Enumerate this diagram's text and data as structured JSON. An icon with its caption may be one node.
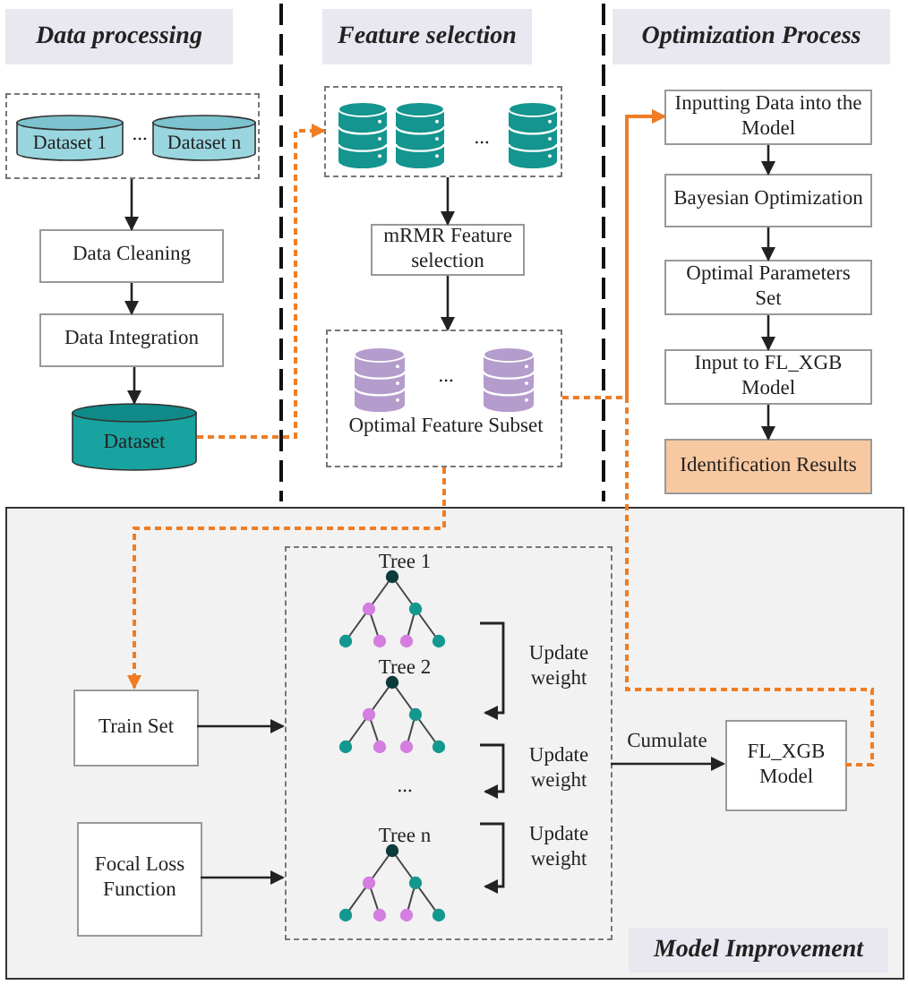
{
  "diagram": {
    "nodes": [
      {
        "text": [
          "..."
        ]
      },
      {
        "text": [
          "Dataset 1"
        ],
        "in": 0
      },
      {
        "text": [
          "Dataset n"
        ],
        "in": 0
      },
      {
        "text": [
          "Data Cleaning"
        ]
      },
      {
        "text": [
          "Data Integration"
        ]
      },
      {
        "text": [
          "Dataset"
        ]
      },
      {
        "text": [
          "..."
        ]
      },
      {
        "text": [
          "mRMR Feature selection"
        ]
      },
      {
        "text": [
          "...",
          "Optimal Feature Subset"
        ]
      },
      {
        "text": [
          "Inputting Data into the Model"
        ]
      },
      {
        "text": [
          "Bayesian Optimization"
        ]
      },
      {
        "text": [
          "Optimal Parameters Set"
        ]
      },
      {
        "text": [
          "Input to FL_XGB Model"
        ]
      },
      {
        "text": [
          "Identification Results"
        ]
      },
      {
        "text": [
          "Model Improvement"
        ]
      },
      {
        "text": [
          "Train Set"
        ],
        "in": 14
      },
      {
        "text": [
          "Focal Loss Function"
        ],
        "in": 14
      },
      {
        "text": [
          "Tree 1",
          "Tree 2",
          "...",
          "Tree n"
        ],
        "in": 14
      },
      {
        "text": [
          "FL_XGB Model"
        ],
        "in": 14
      }
    ],
    "edges": [
      {
        "from": 0,
        "to": 3,
        "arrow": "to"
      },
      {
        "from": 3,
        "to": 4,
        "arrow": "to"
      },
      {
        "from": 4,
        "to": 5,
        "arrow": "to"
      },
      {
        "from": 5,
        "to": 6,
        "arrow": "to",
        "style": "dashed",
        "color": "#f07d23"
      },
      {
        "from": 6,
        "to": 7,
        "arrow": "to"
      },
      {
        "from": 7,
        "to": 8,
        "arrow": "to"
      },
      {
        "from": 8,
        "to": 9,
        "arrow": "to",
        "style": "dashed",
        "color": "#f07d23"
      },
      {
        "from": 9,
        "to": 10,
        "arrow": "to"
      },
      {
        "from": 10,
        "to": 11,
        "arrow": "to"
      },
      {
        "from": 11,
        "to": 12,
        "arrow": "to"
      },
      {
        "from": 12,
        "to": 13,
        "arrow": "to"
      },
      {
        "from": 8,
        "to": 15,
        "arrow": "to",
        "style": "dashed",
        "color": "#f07d23"
      },
      {
        "from": 15,
        "to": 17,
        "arrow": "to"
      },
      {
        "from": 16,
        "to": 17,
        "arrow": "to"
      },
      {
        "from": 17,
        "to": 18,
        "arrow": "to",
        "label": "Cumulate"
      },
      {
        "from": 18,
        "to": 9,
        "arrow": "to",
        "style": "dashed",
        "color": "#f07d23"
      }
    ],
    "labels": [
      "Data processing",
      "Feature selection",
      "Optimization Process",
      "Update weight",
      "Update weight",
      "Update weight"
    ]
  }
}
